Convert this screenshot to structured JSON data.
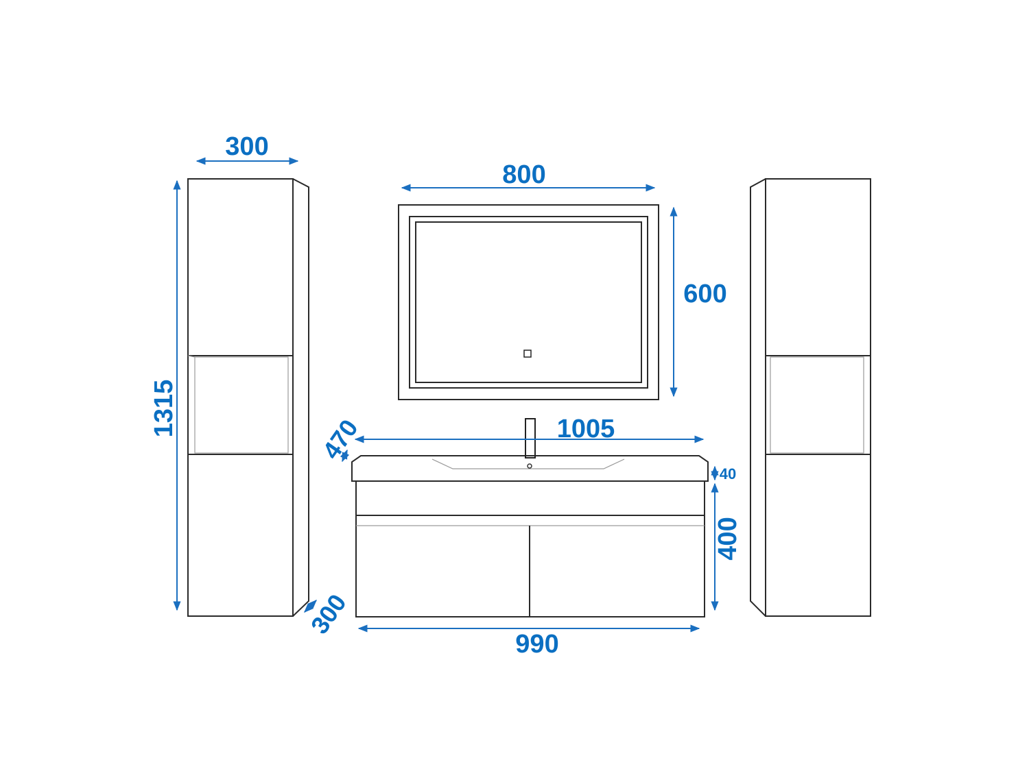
{
  "colors": {
    "dimension": "#0b6fc2",
    "outline": "#2a2a2a"
  },
  "dimensions": {
    "tall_cabinet_width": "300",
    "tall_cabinet_height": "1315",
    "tall_cabinet_depth": "300",
    "mirror_width": "800",
    "mirror_height": "600",
    "basin_width": "1005",
    "basin_depth": "470",
    "basin_thickness": "40",
    "vanity_height": "400",
    "vanity_width": "990"
  }
}
